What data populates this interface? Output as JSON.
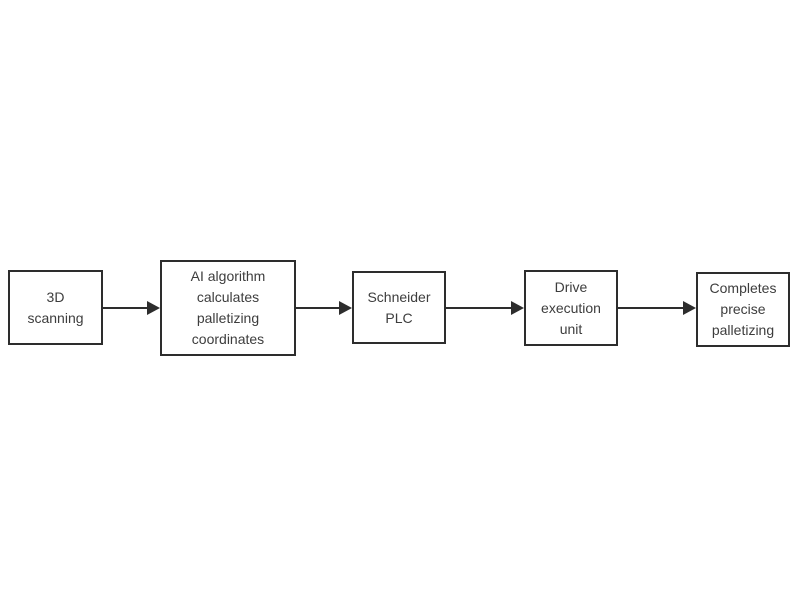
{
  "diagram": {
    "type": "flowchart",
    "direction": "left-to-right",
    "colors": {
      "background": "#ffffff",
      "box_fill": "#ffffff",
      "box_border": "#2d2d2d",
      "text": "#3d3d3d",
      "arrow": "#2d2d2d"
    },
    "nodes": [
      {
        "id": "3d-scanning",
        "label": "3D\nscanning"
      },
      {
        "id": "ai-algorithm",
        "label": "AI algorithm\ncalculates\npalletizing\ncoordinates"
      },
      {
        "id": "schneider-plc",
        "label": "Schneider\nPLC"
      },
      {
        "id": "drive-execution-unit",
        "label": "Drive\nexecution\nunit"
      },
      {
        "id": "completes-palletizing",
        "label": "Completes\nprecise\npalletizing"
      }
    ],
    "connectors": [
      {
        "from": "3d-scanning",
        "to": "ai-algorithm"
      },
      {
        "from": "ai-algorithm",
        "to": "schneider-plc"
      },
      {
        "from": "schneider-plc",
        "to": "drive-execution-unit"
      },
      {
        "from": "drive-execution-unit",
        "to": "completes-palletizing"
      }
    ]
  }
}
